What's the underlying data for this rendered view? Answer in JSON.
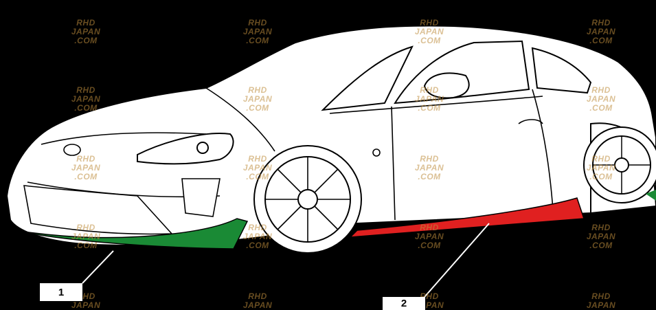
{
  "callouts": [
    {
      "number": "1",
      "color": "#1a8a35"
    },
    {
      "number": "2",
      "color": "#e02020"
    }
  ],
  "watermark": {
    "line1": "RHD",
    "line2": "JAPAN",
    "line3": ".COM"
  },
  "colors": {
    "background": "#000000",
    "body": "#ffffff",
    "outline": "#000000",
    "front_lip": "#1a8a35",
    "side_skirt": "#e02020"
  }
}
